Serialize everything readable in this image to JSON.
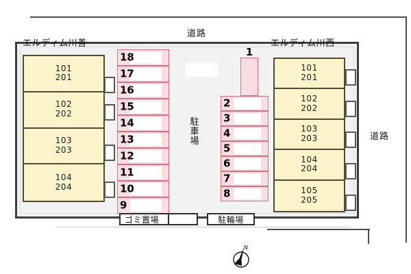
{
  "diagram": {
    "title": "apartment-site-parking-layout",
    "roads": [
      {
        "id": "road-top",
        "label": "道路"
      },
      {
        "id": "road-right",
        "label": "道路"
      }
    ],
    "buildings": [
      {
        "id": "building-left",
        "name": "エルディム川善",
        "units": [
          {
            "floor1": "101",
            "floor2": "201"
          },
          {
            "floor1": "102",
            "floor2": "202"
          },
          {
            "floor1": "103",
            "floor2": "203"
          },
          {
            "floor1": "104",
            "floor2": "204"
          }
        ]
      },
      {
        "id": "building-right",
        "name": "エルディム川西",
        "units": [
          {
            "floor1": "101",
            "floor2": "201"
          },
          {
            "floor1": "102",
            "floor2": "202"
          },
          {
            "floor1": "103",
            "floor2": "203"
          },
          {
            "floor1": "104",
            "floor2": "204"
          },
          {
            "floor1": "105",
            "floor2": "205"
          }
        ]
      }
    ],
    "parking": {
      "area_label": "駐車場",
      "left_column_stalls": [
        "18",
        "17",
        "16",
        "15",
        "14",
        "13",
        "12",
        "11",
        "10",
        "9"
      ],
      "middle_column_stalls": [
        "2",
        "3",
        "4",
        "5",
        "6",
        "7",
        "8"
      ],
      "top_stall": "1"
    },
    "facilities": [
      {
        "id": "gomi",
        "label": "ゴミ置場"
      },
      {
        "id": "chu-rin",
        "label": "駐輪場"
      }
    ],
    "compass": {
      "north_label": "N"
    },
    "colors": {
      "building_fill": "#fbf3c9",
      "building_border": "#4f4a33",
      "stall_fill": "#fadde3",
      "stall_border": "#d4737f",
      "site_fill": "#f2f2f2",
      "site_border": "#3d3d3d"
    }
  }
}
